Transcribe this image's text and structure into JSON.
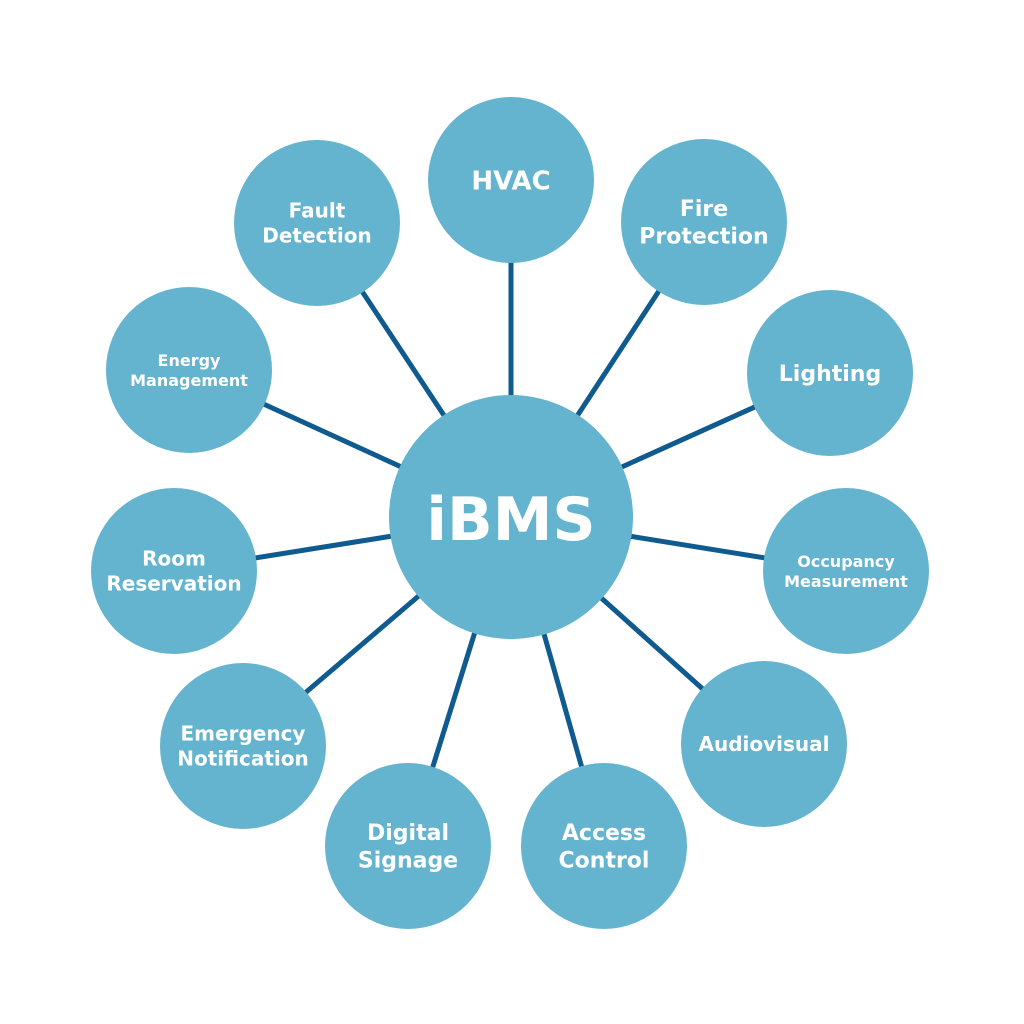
{
  "hub": {
    "label": "iBMS"
  },
  "nodes": [
    {
      "id": "hvac",
      "lines": [
        "HVAC"
      ]
    },
    {
      "id": "fire-protection",
      "lines": [
        "Fire",
        "Protection"
      ]
    },
    {
      "id": "lighting",
      "lines": [
        "Lighting"
      ]
    },
    {
      "id": "occupancy-measurement",
      "lines": [
        "Occupancy",
        "Measurement"
      ]
    },
    {
      "id": "audiovisual",
      "lines": [
        "Audiovisual"
      ]
    },
    {
      "id": "access-control",
      "lines": [
        "Access",
        "Control"
      ]
    },
    {
      "id": "digital-signage",
      "lines": [
        "Digital",
        "Signage"
      ]
    },
    {
      "id": "emergency-notification",
      "lines": [
        "Emergency",
        "Notification"
      ]
    },
    {
      "id": "room-reservation",
      "lines": [
        "Room",
        "Reservation"
      ]
    },
    {
      "id": "energy-management",
      "lines": [
        "Energy",
        "Management"
      ]
    },
    {
      "id": "fault-detection",
      "lines": [
        "Fault",
        "Detection"
      ]
    }
  ],
  "colors": {
    "node_fill": "#64b4cf",
    "spoke": "#0f5a8e",
    "text": "#ffffff"
  }
}
